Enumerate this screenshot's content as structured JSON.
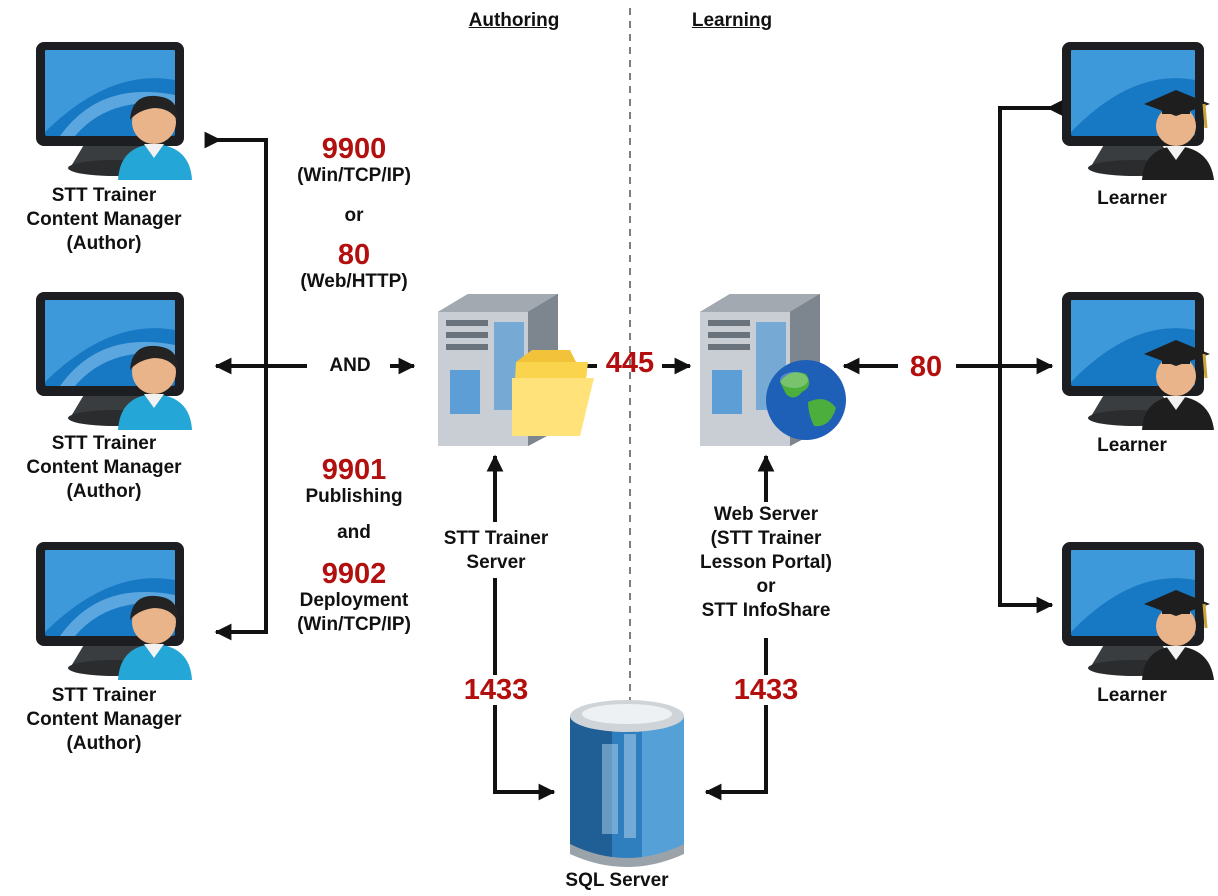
{
  "headings": {
    "authoring": "Authoring",
    "learning": "Learning"
  },
  "authors": [
    {
      "name": "STT Trainer",
      "role": "Content Manager",
      "type": "(Author)"
    },
    {
      "name": "STT Trainer",
      "role": "Content Manager",
      "type": "(Author)"
    },
    {
      "name": "STT Trainer",
      "role": "Content Manager",
      "type": "(Author)"
    }
  ],
  "learners": [
    "Learner",
    "Learner",
    "Learner"
  ],
  "ports": {
    "winTcp": {
      "port": "9900",
      "desc": "(Win/TCP/IP)"
    },
    "or": "or",
    "web": {
      "port": "80",
      "desc": "(Web/HTTP)"
    },
    "and_connector": "AND",
    "publishing": {
      "port": "9901",
      "desc": "Publishing"
    },
    "and": "and",
    "deployment": {
      "port": "9902",
      "desc": "Deployment",
      "desc2": "(Win/TCP/IP)"
    },
    "smb": "445",
    "learnerHttp": "80",
    "sqlLeft": "1433",
    "sqlRight": "1433"
  },
  "trainerServer": {
    "line1": "STT Trainer",
    "line2": "Server"
  },
  "webServer": {
    "line1": "Web Server",
    "line2": "(STT Trainer",
    "line3": "Lesson Portal)",
    "line4": "or",
    "line5": "STT InfoShare"
  },
  "sqlServer": {
    "label": "SQL Server"
  },
  "colors": {
    "portRed": "#b30f0f",
    "arrow": "#111111",
    "divider": "#555555"
  }
}
